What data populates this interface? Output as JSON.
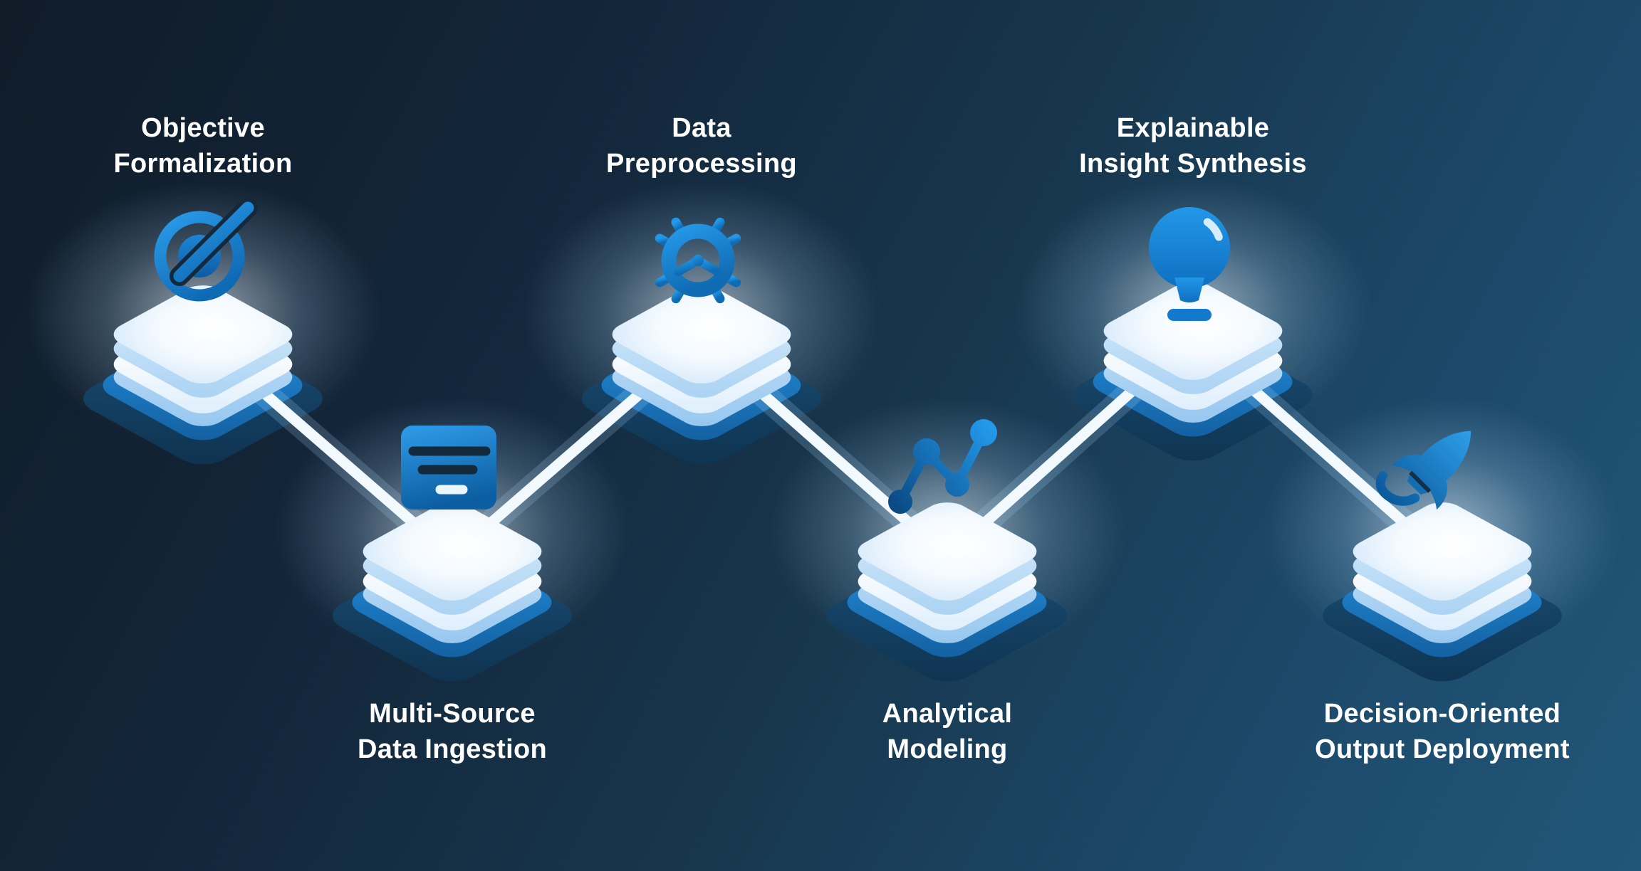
{
  "colors": {
    "background_top_left": "#121f2b",
    "background_mid": "#17374e",
    "background_bottom_right": "#215678",
    "connector": "#f2f9ff",
    "icon_blue_light": "#2a9ce9",
    "icon_blue_dark": "#0f6ab6",
    "platform_blue": "#1c7ac2",
    "platform_dark_blue": "#123f60",
    "plate_white": "#ffffff",
    "label_text": "#ffffff"
  },
  "connector": {
    "style": "zigzag",
    "color": "#f2f9ff"
  },
  "stages": [
    {
      "label_line1": "Objective",
      "label_line2": "Formalization",
      "icon": "target-icon",
      "row": "top"
    },
    {
      "label_line1": "Multi-Source",
      "label_line2": "Data Ingestion",
      "icon": "document-icon",
      "row": "bottom"
    },
    {
      "label_line1": "Data",
      "label_line2": "Preprocessing",
      "icon": "gear-icon",
      "row": "top"
    },
    {
      "label_line1": "Analytical",
      "label_line2": "Modeling",
      "icon": "line-chart-icon",
      "row": "bottom"
    },
    {
      "label_line1": "Explainable",
      "label_line2": "Insight Synthesis",
      "icon": "lightbulb-icon",
      "row": "top"
    },
    {
      "label_line1": "Decision-Oriented",
      "label_line2": "Output Deployment",
      "icon": "rocket-icon",
      "row": "bottom"
    }
  ]
}
